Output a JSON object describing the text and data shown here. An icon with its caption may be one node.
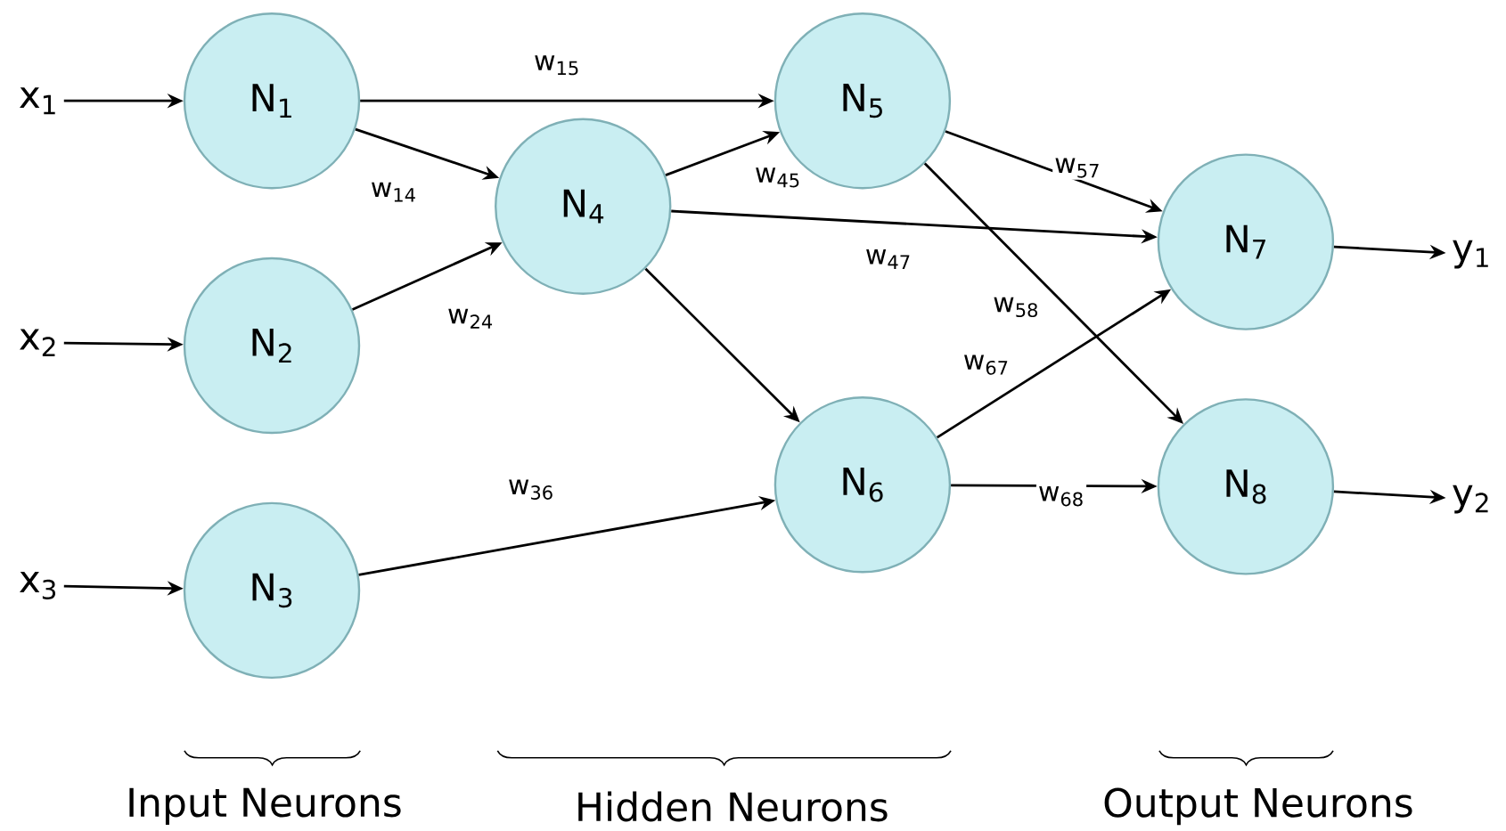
{
  "diagram": {
    "nodes": [
      {
        "text": [
          "x$_{1}$"
        ]
      },
      {
        "text": [
          "x$_{2}$"
        ]
      },
      {
        "text": [
          "x$_{3}$"
        ]
      },
      {
        "text": [
          "N$_{1}$"
        ]
      },
      {
        "text": [
          "N$_{2}$"
        ]
      },
      {
        "text": [
          "N$_{3}$"
        ]
      },
      {
        "text": [
          "N$_{4}$"
        ]
      },
      {
        "text": [
          "N$_{5}$"
        ]
      },
      {
        "text": [
          "N$_{6}$"
        ]
      },
      {
        "text": [
          "N$_{7}$"
        ]
      },
      {
        "text": [
          "N$_{8}$"
        ]
      },
      {
        "text": [
          "y$_{1}$"
        ]
      },
      {
        "text": [
          "y$_{2}$"
        ]
      }
    ],
    "edges": [
      {
        "from": 0,
        "to": 3,
        "arrow": "to"
      },
      {
        "from": 1,
        "to": 4,
        "arrow": "to"
      },
      {
        "from": 2,
        "to": 5,
        "arrow": "to"
      },
      {
        "from": 3,
        "to": 7,
        "arrow": "to",
        "label": "w$_{15}$"
      },
      {
        "from": 3,
        "to": 6,
        "arrow": "to",
        "label": "w$_{14}$"
      },
      {
        "from": 4,
        "to": 6,
        "arrow": "to",
        "label": "w$_{24}$"
      },
      {
        "from": 5,
        "to": 8,
        "arrow": "to",
        "label": "w$_{36}$"
      },
      {
        "from": 6,
        "to": 7,
        "arrow": "to",
        "label": "w$_{45}$"
      },
      {
        "from": 6,
        "to": 9,
        "arrow": "to",
        "label": "w$_{47}$"
      },
      {
        "from": 6,
        "to": 8,
        "arrow": "to"
      },
      {
        "from": 7,
        "to": 9,
        "arrow": "to",
        "label": "w$_{57}$"
      },
      {
        "from": 7,
        "to": 10,
        "arrow": "to",
        "label": "w$_{58}$"
      },
      {
        "from": 8,
        "to": 9,
        "arrow": "to",
        "label": "w$_{67}$"
      },
      {
        "from": 8,
        "to": 10,
        "arrow": "to",
        "label": "w$_{68}$"
      },
      {
        "from": 9,
        "to": 11,
        "arrow": "to"
      },
      {
        "from": 10,
        "to": 12,
        "arrow": "to"
      }
    ],
    "labels": [
      "Input Neurons",
      "Hidden Neurons",
      "Output Neurons"
    ]
  }
}
